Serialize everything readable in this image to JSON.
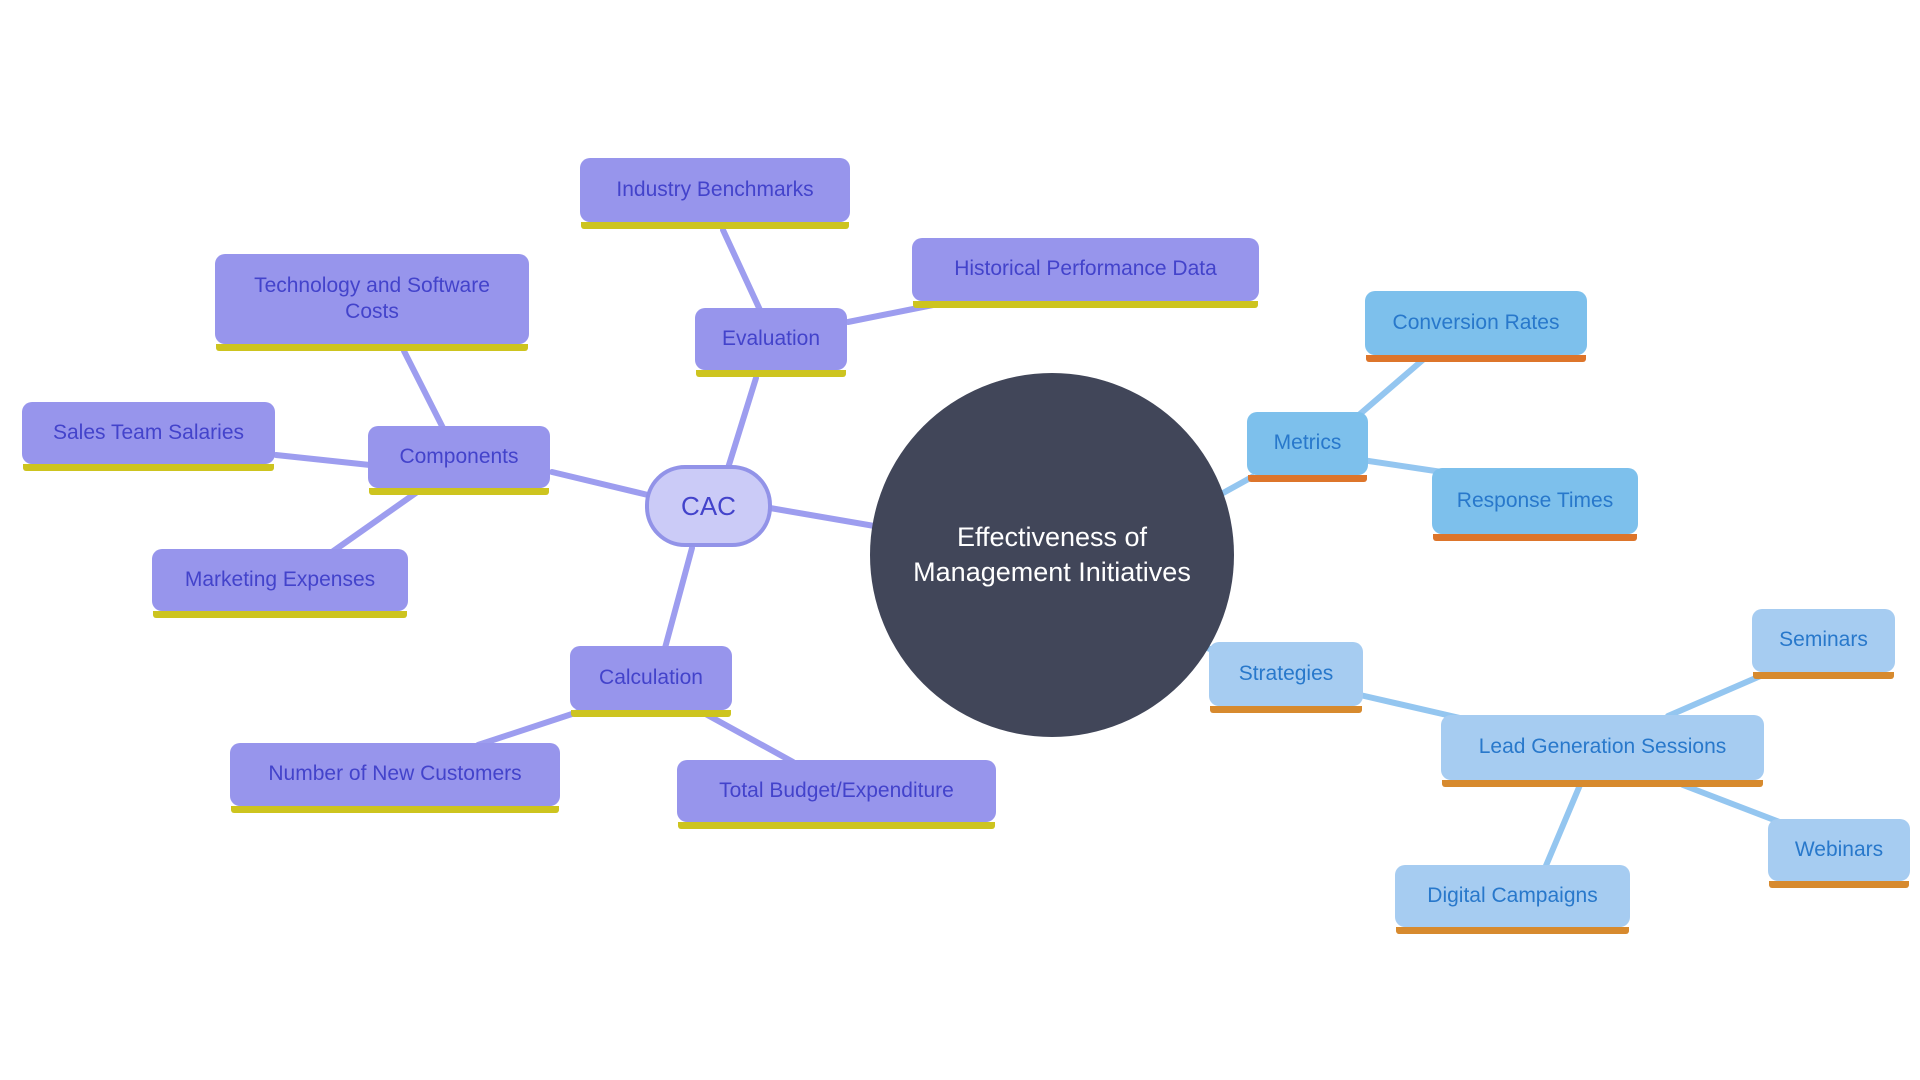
{
  "diagram_title": "Effectiveness of Management Initiatives",
  "center": {
    "label": "Effectiveness of Management Initiatives"
  },
  "nodes": {
    "cac": {
      "label": "CAC"
    },
    "evaluation": {
      "label": "Evaluation"
    },
    "industry_benchmarks": {
      "label": "Industry Benchmarks"
    },
    "historical_performance_data": {
      "label": "Historical Performance Data"
    },
    "components": {
      "label": "Components"
    },
    "technology_and_software_costs": {
      "label": "Technology and Software Costs"
    },
    "sales_team_salaries": {
      "label": "Sales Team Salaries"
    },
    "marketing_expenses": {
      "label": "Marketing Expenses"
    },
    "calculation": {
      "label": "Calculation"
    },
    "number_of_new_customers": {
      "label": "Number of New Customers"
    },
    "total_budget_expenditure": {
      "label": "Total Budget/Expenditure"
    },
    "metrics": {
      "label": "Metrics"
    },
    "conversion_rates": {
      "label": "Conversion Rates"
    },
    "response_times": {
      "label": "Response Times"
    },
    "strategies": {
      "label": "Strategies"
    },
    "lead_generation_sessions": {
      "label": "Lead Generation Sessions"
    },
    "seminars": {
      "label": "Seminars"
    },
    "webinars": {
      "label": "Webinars"
    },
    "digital_campaigns": {
      "label": "Digital Campaigns"
    }
  },
  "edges": [
    [
      "evaluation",
      "industry_benchmarks"
    ],
    [
      "evaluation",
      "historical_performance_data"
    ],
    [
      "cac",
      "evaluation"
    ],
    [
      "cac",
      "components"
    ],
    [
      "components",
      "technology_and_software_costs"
    ],
    [
      "components",
      "sales_team_salaries"
    ],
    [
      "components",
      "marketing_expenses"
    ],
    [
      "cac",
      "calculation"
    ],
    [
      "calculation",
      "number_of_new_customers"
    ],
    [
      "calculation",
      "total_budget_expenditure"
    ],
    [
      "cac",
      "center"
    ],
    [
      "center",
      "metrics"
    ],
    [
      "metrics",
      "conversion_rates"
    ],
    [
      "metrics",
      "response_times"
    ],
    [
      "center",
      "strategies"
    ],
    [
      "strategies",
      "lead_generation_sessions"
    ],
    [
      "lead_generation_sessions",
      "seminars"
    ],
    [
      "lead_generation_sessions",
      "webinars"
    ],
    [
      "lead_generation_sessions",
      "digital_campaigns"
    ]
  ],
  "colors": {
    "background": "#FFFFFF",
    "center_fill": "#414659",
    "center_text": "#FFFFFF",
    "purple_node_fill": "#9795EC",
    "purple_node_text": "#4343CB",
    "purple_underline": "#CDC41F",
    "purple_connector": "#9D9DEF",
    "cac_fill": "#CBCBF7",
    "cac_border": "#9293E8",
    "blue_node_fill": "#7DC0EC",
    "blue_node_text": "#2878CB",
    "blue_underline": "#DD752B",
    "blue_light_node_fill": "#A6CCF1",
    "blue_light_underline": "#D78A2E",
    "blue_connector": "#94C6F0"
  }
}
